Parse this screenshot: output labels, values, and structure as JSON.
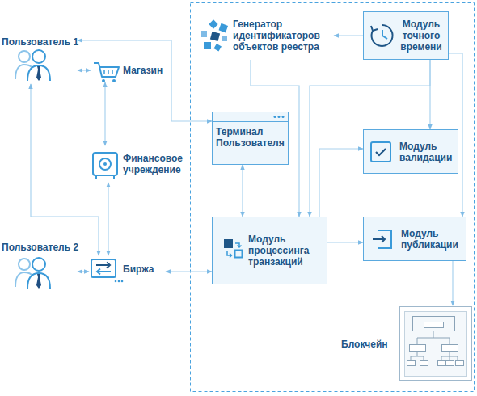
{
  "diagram": {
    "nodes": [
      {
        "text": [
          "Пользователь 1"
        ]
      },
      {
        "text": [
          "Магазин"
        ]
      },
      {
        "text": [
          "Финансовое учреждение"
        ]
      },
      {
        "text": [
          "Пользователь 2"
        ]
      },
      {
        "text": [
          "Биржа"
        ]
      },
      {
        "text": [
          "Генератор идентификаторов объектов реестра"
        ]
      },
      {
        "text": [
          "Модуль точного времени"
        ]
      },
      {
        "text": [
          "Терминал Пользователя"
        ]
      },
      {
        "text": [
          "Модуль валидации"
        ]
      },
      {
        "text": [
          "Модуль процессинга транзакций"
        ]
      },
      {
        "text": [
          "Модуль публикации"
        ]
      },
      {
        "text": [
          "Блокчейн"
        ]
      }
    ],
    "edges": [
      {
        "from": 0,
        "to": 1,
        "arrow": "both"
      },
      {
        "from": 1,
        "to": 2,
        "arrow": "both"
      },
      {
        "from": 2,
        "to": 4,
        "arrow": "both"
      },
      {
        "from": 0,
        "to": 4,
        "arrow": "both"
      },
      {
        "from": 3,
        "to": 4,
        "arrow": "both"
      },
      {
        "from": 0,
        "to": 7,
        "arrow": "both"
      },
      {
        "from": 6,
        "to": 5,
        "arrow": "to"
      },
      {
        "from": 5,
        "to": 9,
        "arrow": "to"
      },
      {
        "from": 6,
        "to": 9,
        "arrow": "to"
      },
      {
        "from": 6,
        "to": 8,
        "arrow": "to"
      },
      {
        "from": 6,
        "to": 10,
        "arrow": "to"
      },
      {
        "from": 7,
        "to": 9,
        "arrow": "both"
      },
      {
        "from": 9,
        "to": 8,
        "arrow": "to"
      },
      {
        "from": 9,
        "to": 10,
        "arrow": "to"
      },
      {
        "from": 10,
        "to": 11,
        "arrow": "to"
      },
      {
        "from": 4,
        "to": 9,
        "arrow": "both"
      }
    ]
  }
}
